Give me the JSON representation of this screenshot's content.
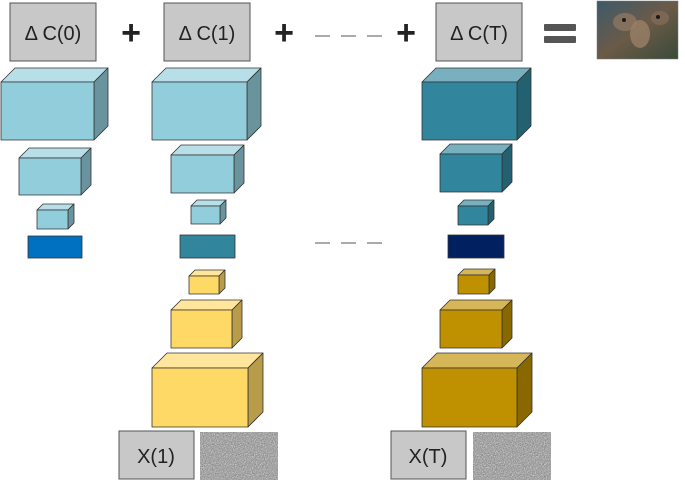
{
  "header": {
    "delta_c0": "Δ C(0)",
    "plus_1": "+",
    "delta_c1": "Δ C(1)",
    "plus_2": "+",
    "dashes": "- - -",
    "plus_3": "+",
    "delta_ct": "Δ C(T)",
    "equals": "="
  },
  "inputs": {
    "x1": "X(1)",
    "xt": "X(T)"
  },
  "middle_dashes": "- - -",
  "colors": {
    "light_blue": "#92cddc",
    "dark_teal": "#31859c",
    "bright_blue": "#0070c0",
    "navy": "#002060",
    "light_gold": "#ffd966",
    "dark_gold": "#bf9000",
    "gray_box": "#c8c8c8"
  }
}
